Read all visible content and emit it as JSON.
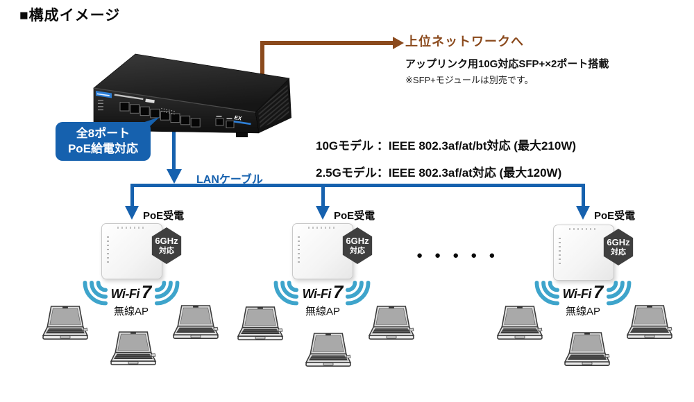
{
  "title": "■構成イメージ",
  "uplink": {
    "heading": "上位ネットワークへ",
    "subheading": "アップリンク用10G対応SFP+×2ポート搭載",
    "note": "※SFP+モジュールは別売です。"
  },
  "switch_callout": {
    "line1": "全8ポート",
    "line2": "PoE給電対応"
  },
  "specs": [
    "10Gモデル ：IEEE 802.3af/at/bt対応 (最大210W)",
    "2.5Gモデル：IEEE 802.3af/at対応 (最大120W)"
  ],
  "lan_cable_label": "LANケーブル",
  "ap_group": {
    "poe_label": "PoE受電",
    "badge_line1": "6GHz",
    "badge_line2": "対応",
    "wifi_brand": "Wi-Fi",
    "wifi_gen": "7",
    "ap_label": "無線AP"
  },
  "ellipsis": "●●●●●",
  "colors": {
    "line_blue": "#1661AE",
    "uplink_brown": "#8B4A1D",
    "wifi_cyan": "#3EA4CB",
    "badge_gray": "#3F3F3F"
  }
}
